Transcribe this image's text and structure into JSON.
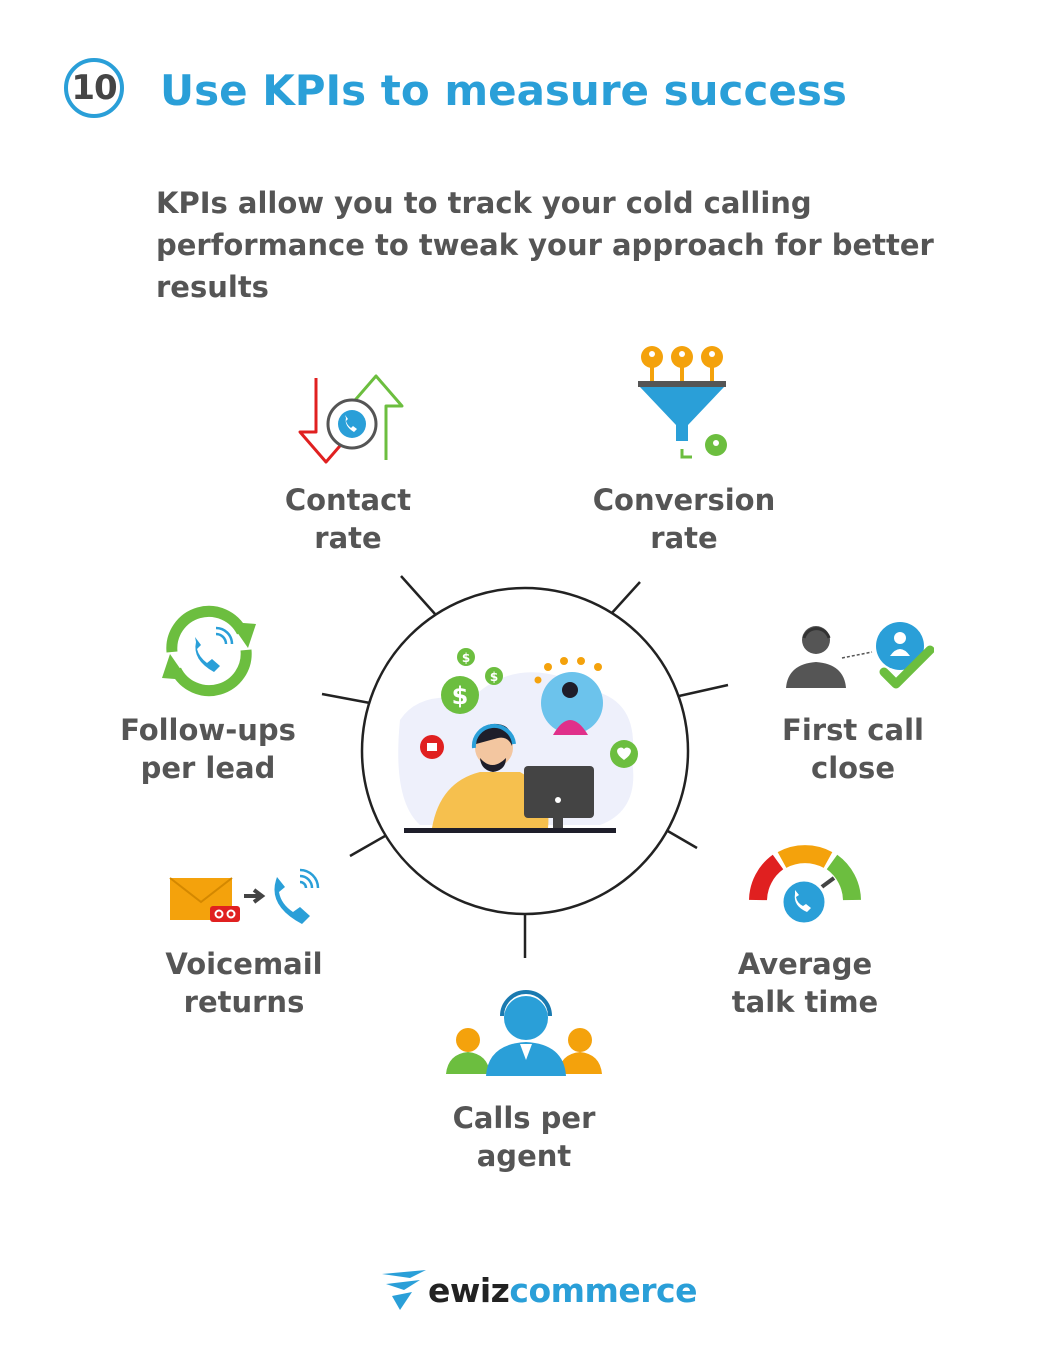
{
  "header": {
    "step_number": "10",
    "title": "Use KPIs to measure success",
    "subtitle": "KPIs allow you to track your cold calling performance to tweak your approach for better results"
  },
  "kpis": [
    {
      "line1": "Contact",
      "line2": "rate",
      "icon": "contact-rate-icon"
    },
    {
      "line1": "Conversion",
      "line2": "rate",
      "icon": "funnel-icon"
    },
    {
      "line1": "First call",
      "line2": "close",
      "icon": "agent-check-icon"
    },
    {
      "line1": "Average",
      "line2": "talk time",
      "icon": "gauge-icon"
    },
    {
      "line1": "Calls per",
      "line2": "agent",
      "icon": "agents-group-icon"
    },
    {
      "line1": "Voicemail",
      "line2": "returns",
      "icon": "voicemail-icon"
    },
    {
      "line1": "Follow-ups",
      "line2": "per lead",
      "icon": "cycle-phone-icon"
    }
  ],
  "brand": {
    "part1": "ewiz",
    "part2": "commerce"
  },
  "colors": {
    "accent_blue": "#2a9fd8",
    "green": "#6cbe3f",
    "orange": "#f4a20c",
    "red": "#e02020",
    "text_gray": "#555555"
  }
}
